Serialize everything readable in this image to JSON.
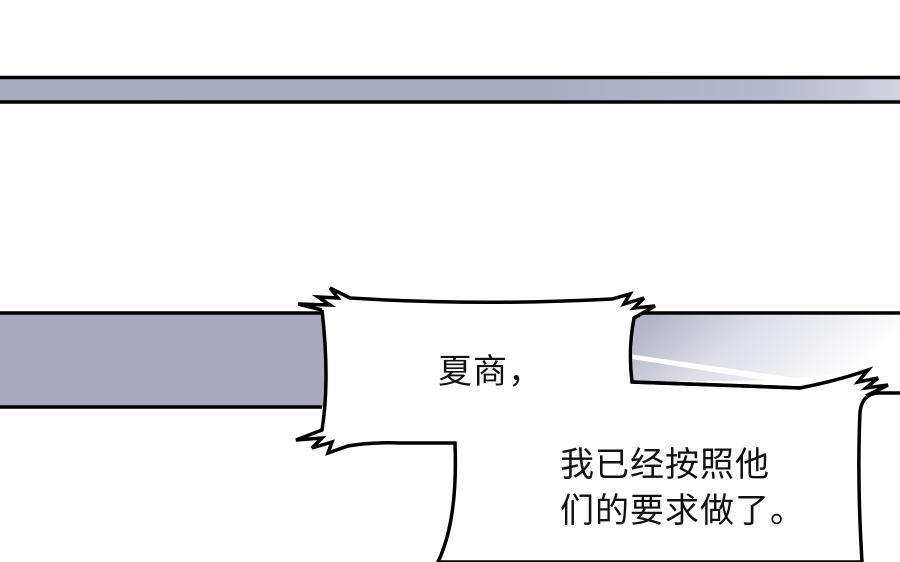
{
  "panel": {
    "type": "comic-panel",
    "background_color": "#ffffff",
    "bar_color": "#a9abbf",
    "outline_color": "#000000"
  },
  "speech_bubble": {
    "line1": "夏商，",
    "line2": "我已经按照他",
    "line3": "们的要求做了。"
  }
}
